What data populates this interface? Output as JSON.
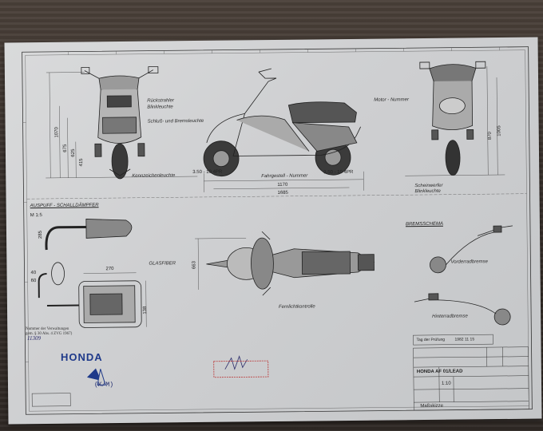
{
  "sheet": {
    "brand": "HONDA",
    "stamp": "(K/M)",
    "note": "Nummer der Verwaltungen gem. § 30 Abs. 4 ZVG 1967)",
    "handwritten": "11309",
    "labels": {
      "rueckstrahler": "Rückstrahler",
      "blinkleuchte": "Blinkleuchte",
      "schluss": "Schluß- und Bremsleuchte",
      "kennzeichen": "Kennzeichenleuchte",
      "fahrgestell": "Fahrgestell - Nummer",
      "motor": "Motor - Nummer",
      "scheinwerfer": "Scheinwerfer",
      "blinkleuchte_front": "Blinkleuchte",
      "auspuff": "AUSPUFF - SCHALLDÄMPFER",
      "massstab": "M 1:5",
      "glasfiber": "GLASFIBER",
      "fernlicht": "Fernlichtkontrolle",
      "bremsschema": "BREMSSCHEMA",
      "vorderrad": "Vorderradbremse",
      "hinterrad": "Hinterradbremse"
    },
    "dims": {
      "d1070": "1070",
      "d675": "675",
      "d625": "625",
      "d415": "415",
      "d1170": "1170",
      "d1685": "1685",
      "tire_rear": "3.50 - 10 4PR",
      "tire_front": "3.50 - 10 4PR",
      "d870": "870",
      "d1005": "1005",
      "d285": "285",
      "d270": "270",
      "d663": "663",
      "d138": "138",
      "d40": "40",
      "d60": "60"
    },
    "title_block": {
      "pruefung_label": "Tag der Prüfung",
      "pruefung_date": "1982 11 15",
      "model": "HONDA AF 01/LEAD",
      "scale": "1:10",
      "drawing_title": "Maßskizze"
    }
  }
}
